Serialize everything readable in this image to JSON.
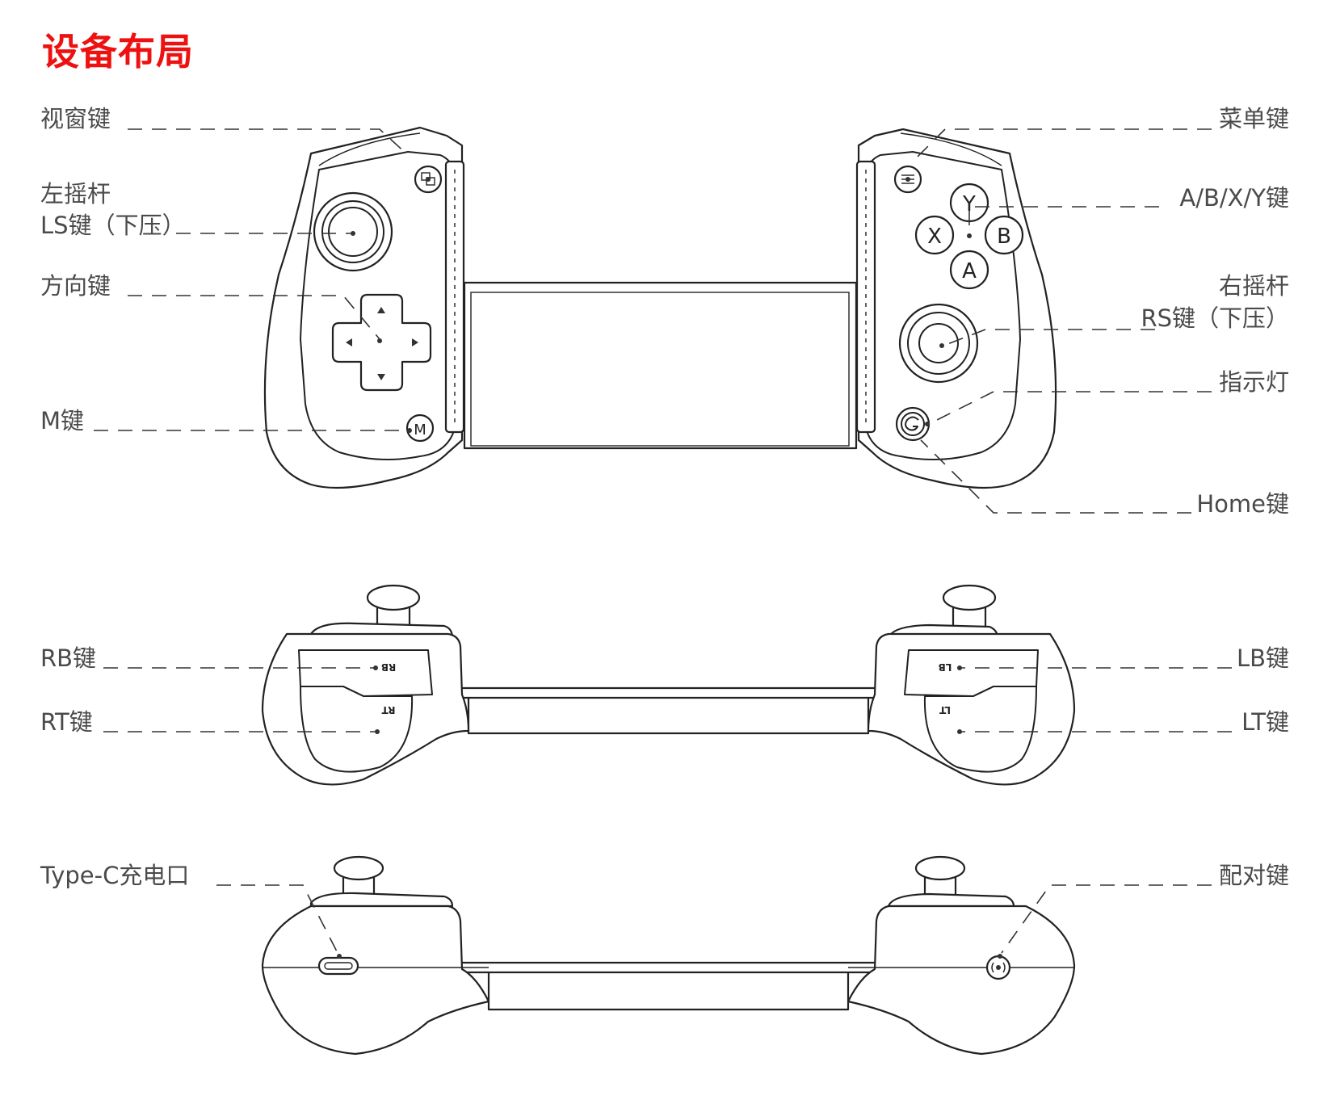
{
  "title": "设备布局",
  "labels": {
    "view_button": "视窗键",
    "left_stick_line1": "左摇杆",
    "left_stick_line2": "LS键（下压）",
    "dpad": "方向键",
    "m_button": "M键",
    "menu_button": "菜单键",
    "abxy_buttons": "A/B/X/Y键",
    "right_stick_line1": "右摇杆",
    "right_stick_line2": "RS键（下压）",
    "indicator": "指示灯",
    "home_button": "Home键",
    "rb": "RB键",
    "rt": "RT键",
    "lb": "LB键",
    "lt": "LT键",
    "type_c": "Type-C充电口",
    "pair_button": "配对键"
  },
  "device_marks": {
    "button_y": "Y",
    "button_x": "X",
    "button_b": "B",
    "button_a": "A",
    "button_m": "M",
    "rb_mark": "RB",
    "rt_mark": "RT",
    "lb_mark": "LB",
    "lt_mark": "LT"
  },
  "colors": {
    "title": "#ee1111",
    "label": "#4a4a4a",
    "line": "#222222"
  }
}
